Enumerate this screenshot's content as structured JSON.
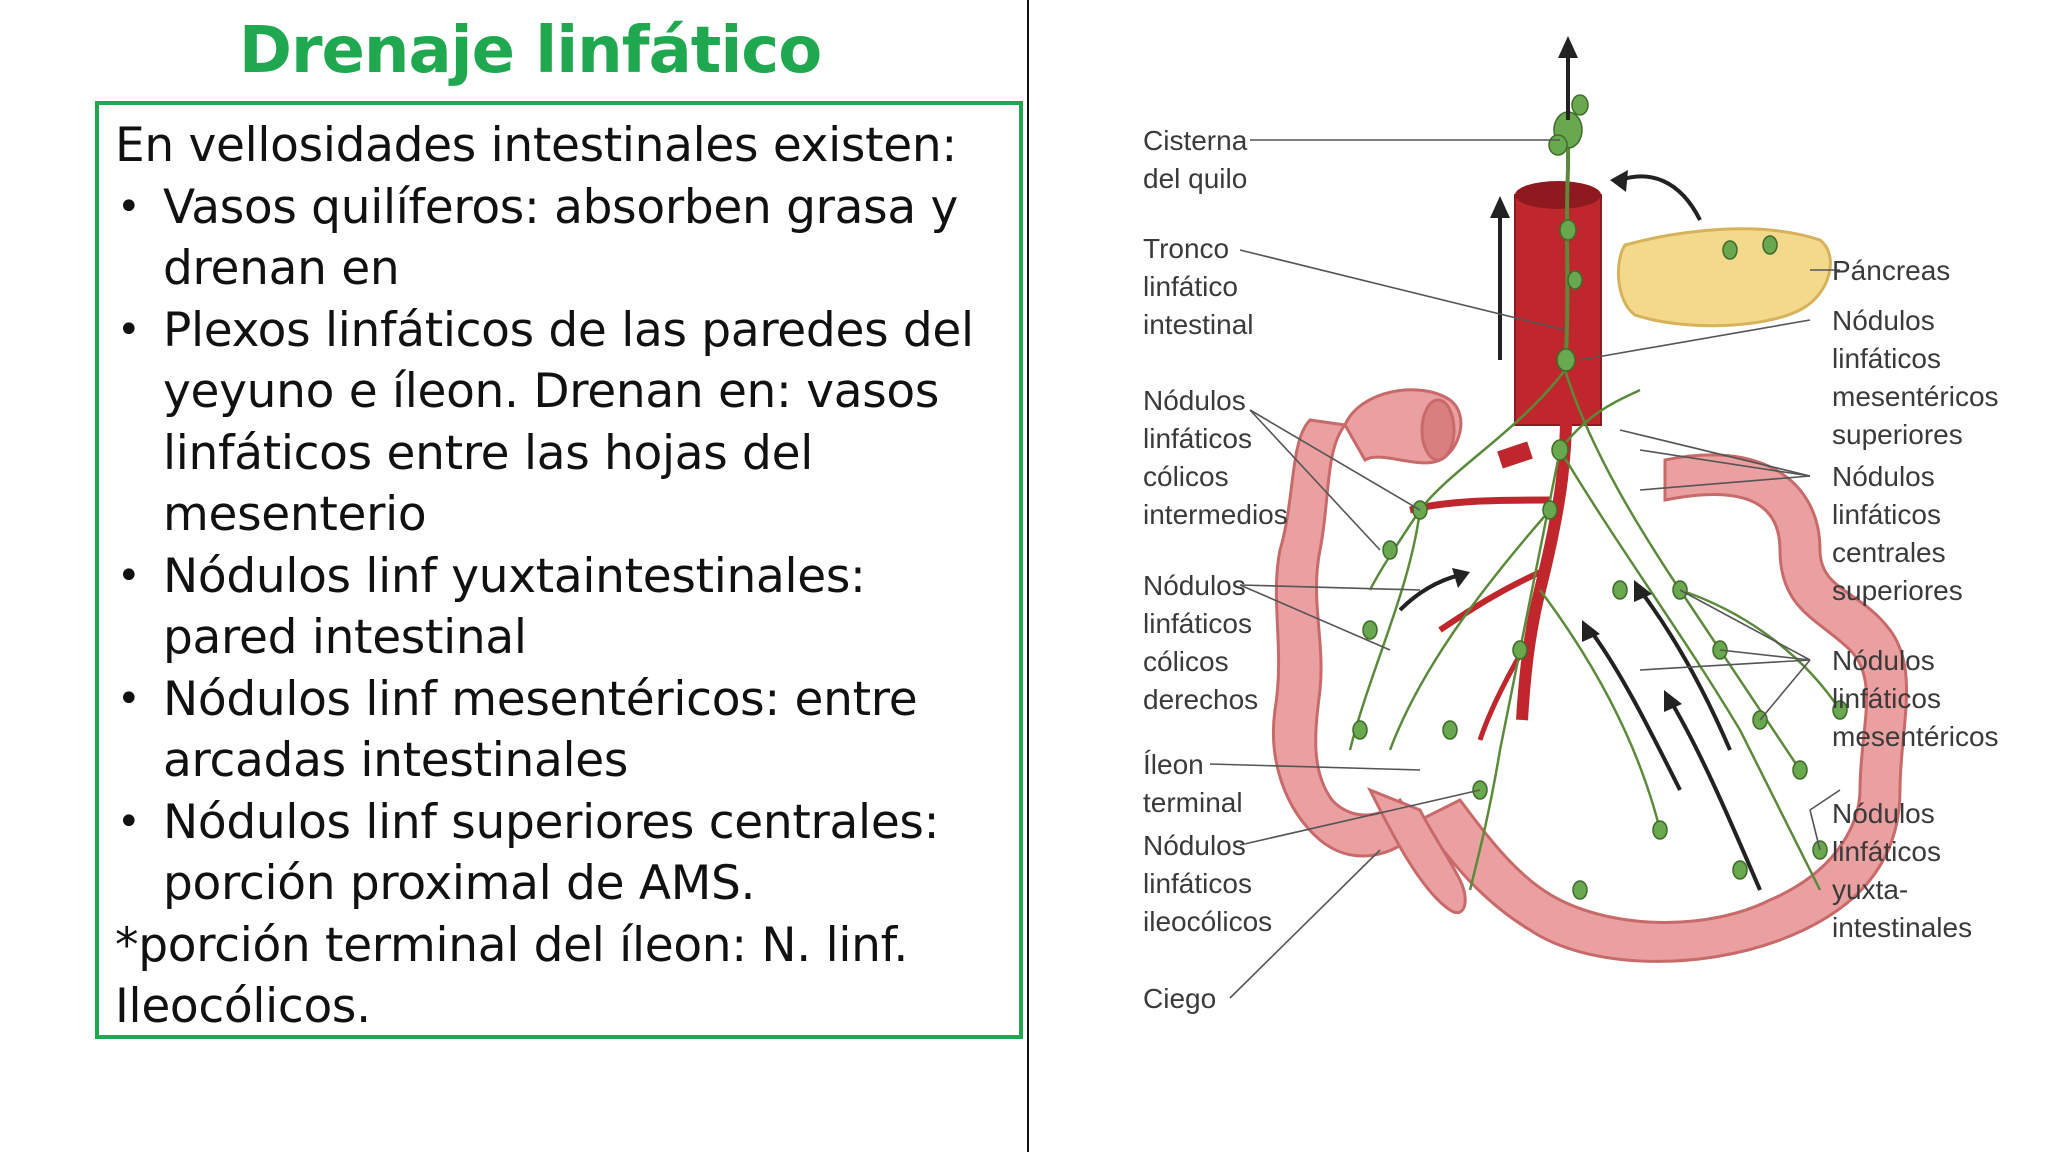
{
  "title": "Drenaje linfático",
  "text_box": {
    "intro": "En vellosidades intestinales existen:",
    "bullets": [
      {
        "line1": "Vasos quilíferos: absorben grasa y",
        "line2": "drenan en"
      },
      {
        "line1": "Plexos linfáticos de las paredes del",
        "line2": "yeyuno e íleon. Drenan en: vasos",
        "line3": "linfáticos entre las hojas del",
        "line4": "mesenterio"
      },
      {
        "line1": "Nódulos linf yuxtaintestinales:",
        "line2": "pared intestinal"
      },
      {
        "line1": "Nódulos linf mesentéricos: entre",
        "line2": "arcadas intestinales"
      },
      {
        "line1": "Nódulos linf superiores centrales:",
        "line2": "porción proximal de AMS."
      }
    ],
    "note_line1": "*porción terminal del íleon: N. linf.",
    "note_line2": "Ileocólicos."
  },
  "figure": {
    "labels_left": [
      {
        "lines": [
          "Cisterna",
          "del quilo"
        ]
      },
      {
        "lines": [
          "Tronco",
          "linfático",
          "intestinal"
        ]
      },
      {
        "lines": [
          "Nódulos",
          "linfáticos",
          "cólicos",
          "intermedios"
        ]
      },
      {
        "lines": [
          "Nódulos",
          "linfáticos",
          "cólicos",
          "derechos"
        ]
      },
      {
        "lines": [
          "Íleon",
          "terminal"
        ]
      },
      {
        "lines": [
          "Nódulos",
          "linfáticos",
          "ileocólicos"
        ]
      },
      {
        "lines": [
          "Ciego"
        ]
      }
    ],
    "labels_right": [
      {
        "lines": [
          "Páncreas"
        ]
      },
      {
        "lines": [
          "Nódulos",
          "linfáticos",
          "mesentéricos",
          "superiores"
        ]
      },
      {
        "lines": [
          "Nódulos",
          "linfáticos",
          "centrales",
          "superiores"
        ]
      },
      {
        "lines": [
          "Nódulos",
          "linfáticos",
          "mesentéricos"
        ]
      },
      {
        "lines": [
          "Nódulos",
          "linfáticos",
          "yuxta-",
          "intestinales"
        ]
      }
    ],
    "colors": {
      "intestine": "#eaa0a0",
      "intestine_dark": "#c96a6a",
      "artery": "#c0272d",
      "lymph": "#5a8a3a",
      "node": "#6aa84f",
      "pancreas": "#f3d98b",
      "leader": "#555555"
    }
  }
}
